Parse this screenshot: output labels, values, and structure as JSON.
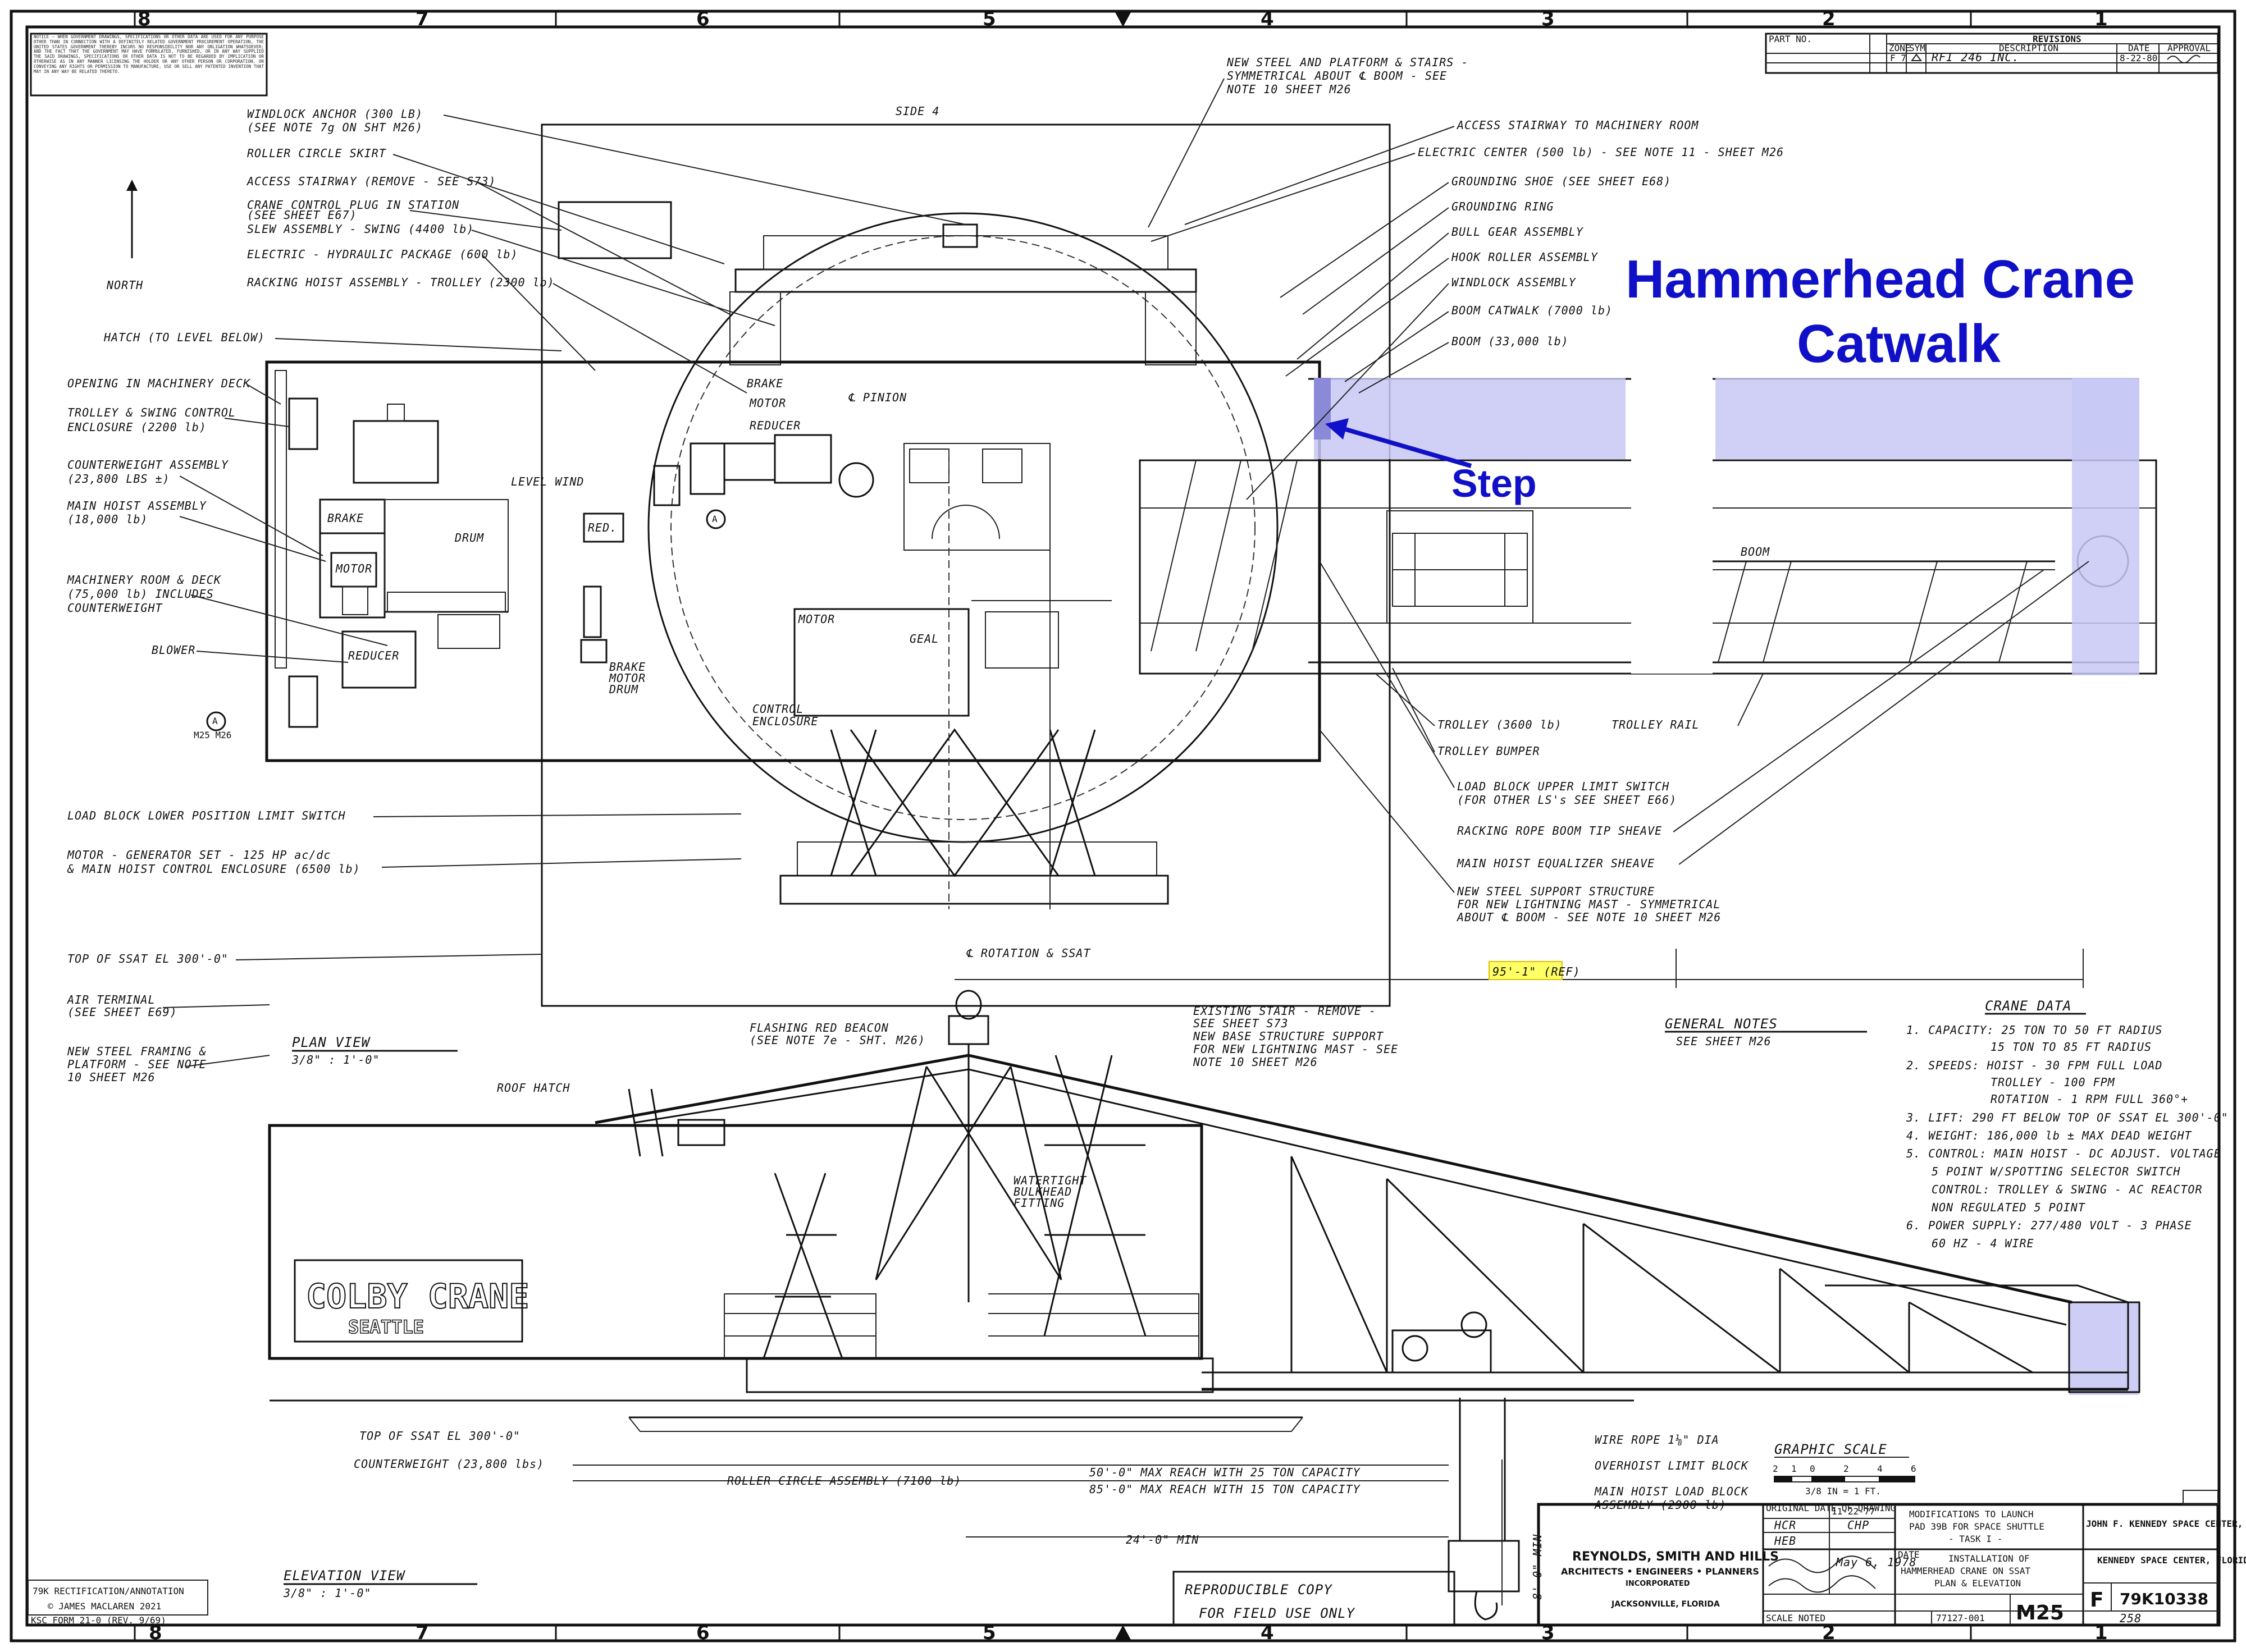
{
  "annotation": {
    "title_line1": "Hammerhead Crane",
    "title_line2": "Catwalk",
    "step_label": "Step",
    "highlight_color": "#c8c8f4",
    "title_color": "#1010c8",
    "dim_highlight_color": "#ffff66"
  },
  "grid_numbers": {
    "top": [
      "8",
      "7",
      "6",
      "5",
      "4",
      "3",
      "2",
      "1"
    ],
    "bottom": [
      "8",
      "7",
      "6",
      "5",
      "4",
      "3",
      "2",
      "1"
    ]
  },
  "notice_text": "NOTICE — WHEN GOVERNMENT DRAWINGS, SPECIFICATIONS OR OTHER DATA ARE USED FOR ANY PURPOSE OTHER THAN IN CONNECTION WITH A DEFINITELY RELATED GOVERNMENT PROCUREMENT OPERATION, THE UNITED STATES GOVERNMENT THEREBY INCURS NO RESPONSIBILITY NOR ANY OBLIGATION WHATSOEVER; AND THE FACT THAT THE GOVERNMENT MAY HAVE FORMULATED, FURNISHED, OR IN ANY WAY SUPPLIED THE SAID DRAWINGS, SPECIFICATIONS OR OTHER DATA IS NOT TO BE REGARDED BY IMPLICATION OR OTHERWISE AS IN ANY MANNER LICENSING THE HOLDER OR ANY OTHER PERSON OR CORPORATION, OR CONVEYING ANY RIGHTS OR PERMISSION TO MANUFACTURE, USE OR SELL ANY PATENTED INVENTION THAT MAY IN ANY WAY BE RELATED THERETO.",
  "revisions": {
    "part_no_header": "PART NO.",
    "rev_header": "REVISIONS",
    "col_zone": "ZONE",
    "col_sym": "SYM",
    "col_description": "DESCRIPTION",
    "col_date": "DATE",
    "col_approval": "APPROVAL",
    "row_zone": "F 7",
    "row_description": "RFI 246 INC.",
    "row_date": "8-22-80"
  },
  "north": {
    "label": "NORTH"
  },
  "plan_labels_left": [
    "WINDLOCK ANCHOR (300 LB)",
    "(SEE NOTE 7g ON SHT M26)",
    "ROLLER CIRCLE SKIRT",
    "ACCESS STAIRWAY (REMOVE - SEE S73)",
    "CRANE CONTROL PLUG IN STATION",
    "(SEE SHEET E67)",
    "SLEW ASSEMBLY - SWING (4400 lb)",
    "ELECTRIC - HYDRAULIC PACKAGE (600 lb)",
    "RACKING HOIST ASSEMBLY - TROLLEY (2300 lb)",
    "HATCH (TO LEVEL BELOW)",
    "OPENING IN MACHINERY DECK",
    "TROLLEY & SWING CONTROL",
    "ENCLOSURE (2200 lb)",
    "COUNTERWEIGHT ASSEMBLY",
    "(23,800 LBS ±)",
    "MAIN HOIST ASSEMBLY",
    "(18,000 lb)",
    "MACHINERY ROOM & DECK",
    "(75,000 lb) INCLUDES",
    "COUNTERWEIGHT",
    "BLOWER",
    "LOAD BLOCK LOWER POSITION LIMIT SWITCH",
    "MOTOR - GENERATOR SET - 125 HP ac/dc",
    "& MAIN HOIST CONTROL ENCLOSURE (6500 lb)",
    "TOP OF SSAT EL 300'-0\"",
    "AIR TERMINAL",
    "(SEE SHEET E69)",
    "NEW STEEL FRAMING &",
    "PLATFORM - SEE NOTE",
    "10 SHEET M26"
  ],
  "plan_labels_right": [
    "ACCESS STAIRWAY TO MACHINERY ROOM",
    "ELECTRIC CENTER (500 lb) - SEE NOTE 11 - SHEET M26",
    "GROUNDING SHOE (SEE SHEET E68)",
    "GROUNDING RING",
    "BULL GEAR ASSEMBLY",
    "HOOK ROLLER ASSEMBLY",
    "WINDLOCK ASSEMBLY",
    "BOOM CATWALK (7000 lb)",
    "BOOM (33,000 lb)"
  ],
  "plan_labels_top": [
    "NEW STEEL AND PLATFORM & STAIRS -",
    "SYMMETRICAL ABOUT ℄ BOOM - SEE",
    "NOTE 10 SHEET M26"
  ],
  "plan_labels_bottom": [
    "TROLLEY (3600 lb)",
    "TROLLEY RAIL",
    "TROLLEY BUMPER",
    "LOAD BLOCK UPPER LIMIT SWITCH",
    "(FOR OTHER LS's SEE SHEET E66)",
    "RACKING ROPE BOOM TIP SHEAVE",
    "MAIN HOIST EQUALIZER SHEAVE",
    "NEW STEEL SUPPORT STRUCTURE",
    "FOR NEW LIGHTNING MAST - SYMMETRICAL",
    "ABOUT ℄ BOOM - SEE NOTE 10 SHEET M26"
  ],
  "plan_inner_labels": {
    "side4": "SIDE 4",
    "brake": "BRAKE",
    "motor": "MOTOR",
    "reducer": "REDUCER",
    "pinion": "℄ PINION",
    "level_wind": "LEVEL WIND",
    "drum": "DRUM",
    "red": "RED.",
    "brake2": "BRAKE",
    "motor2": "MOTOR",
    "reducer2": "REDUCER",
    "brake_motor_drum": "BRAKE",
    "motor3": "MOTOR",
    "drum2": "DRUM",
    "motor_geal": "MOTOR",
    "geal": "GEAL",
    "control_enclosure": "CONTROL",
    "enclosure": "ENCLOSURE",
    "boom": "BOOM",
    "section_a": "A",
    "section_ref": "M25 M26",
    "rotation": "℄ ROTATION & SSAT",
    "dim_95": "95'-1\" (REF)"
  },
  "elevation_labels": [
    "FLASHING RED BEACON",
    "(SEE NOTE 7e - SHT. M26)",
    "EXISTING STAIR - REMOVE -",
    "SEE SHEET S73",
    "NEW BASE STRUCTURE SUPPORT",
    "FOR NEW LIGHTNING MAST - SEE",
    "NOTE 10 SHEET M26",
    "ROOF HATCH",
    "WATERTIGHT",
    "BULKHEAD",
    "FITTING",
    "TOP OF SSAT EL 300'-0\"",
    "COUNTERWEIGHT (23,800 lbs)",
    "ROLLER CIRCLE ASSEMBLY (7100 lb)",
    "50'-0\" MAX REACH WITH 25 TON CAPACITY",
    "85'-0\" MAX REACH WITH 15 TON CAPACITY",
    "24'-0\" MIN",
    "WIRE ROPE 1⅛\" DIA",
    "OVERHOIST LIMIT BLOCK",
    "MAIN HOIST LOAD BLOCK",
    "ASSEMBLY (2900 lb)",
    "8'-0\" MIN"
  ],
  "colby": {
    "line1": "COLBY CRANE",
    "line2": "SEATTLE"
  },
  "view_titles": {
    "plan": "PLAN VIEW",
    "plan_scale": "3/8\" : 1'-0\"",
    "elevation": "ELEVATION VIEW",
    "elevation_scale": "3/8\" : 1'-0\""
  },
  "general_notes": {
    "title": "GENERAL NOTES",
    "sub": "SEE SHEET M26"
  },
  "crane_data": {
    "title": "CRANE DATA",
    "lines": [
      "1. CAPACITY: 25 TON TO 50 FT RADIUS",
      "15 TON TO 85 FT RADIUS",
      "2. SPEEDS: HOIST - 30 FPM FULL LOAD",
      "TROLLEY - 100 FPM",
      "ROTATION - 1 RPM FULL 360°+",
      "3. LIFT: 290 FT BELOW TOP OF SSAT EL 300'-0\"",
      "4. WEIGHT: 186,000 lb ± MAX DEAD WEIGHT",
      "5. CONTROL: MAIN HOIST - DC ADJUST. VOLTAGE",
      "5 POINT W/SPOTTING SELECTOR SWITCH",
      "CONTROL: TROLLEY & SWING - AC REACTOR",
      "NON REGULATED 5 POINT",
      "6. POWER SUPPLY: 277/480 VOLT - 3 PHASE",
      "60 HZ - 4 WIRE"
    ]
  },
  "graphic_scale": {
    "title": "GRAPHIC SCALE",
    "ticks": [
      "2",
      "1",
      "0",
      "2",
      "4",
      "6"
    ],
    "sub": "3/8 IN = 1 FT."
  },
  "title_block": {
    "original_date_label": "ORIGINAL DATE OF DRAWING",
    "original_date": "11-22-77",
    "modifications_line1": "MODIFICATIONS TO LAUNCH",
    "modifications_line2": "PAD 39B FOR SPACE SHUTTLE",
    "modifications_line3": "- TASK I -",
    "installation_line1": "INSTALLATION OF",
    "installation_line2": "HAMMERHEAD CRANE ON SSAT",
    "installation_line3": "PLAN & ELEVATION",
    "agency_line1": "JOHN F. KENNEDY SPACE CENTER, NASA",
    "agency_line2": "KENNEDY SPACE CENTER, FLORIDA",
    "firm_line1": "REYNOLDS, SMITH AND HILLS",
    "firm_line2": "ARCHITECTS • ENGINEERS • PLANNERS",
    "firm_line3": "INCORPORATED",
    "firm_line4": "JACKSONVILLE, FLORIDA",
    "sheet_code": "M25",
    "size": "F",
    "dwg_no": "79K10338",
    "sheet_no": "258",
    "scale_label": "SCALE NOTED",
    "job_no": "77127-001",
    "drafted_by": "HCR",
    "checked_by": "CHP",
    "engineer": "HEB",
    "date_label": "DATE",
    "approved_date": "May 6, 1978"
  },
  "reproducible": {
    "line1": "REPRODUCIBLE COPY",
    "line2": "FOR FIELD USE ONLY"
  },
  "rectification": {
    "line1": "79K RECTIFICATION/ANNOTATION",
    "line2": "© JAMES MACLAREN 2021"
  },
  "ksc_form": "KSC FORM 21-0 (REV. 9/69)"
}
